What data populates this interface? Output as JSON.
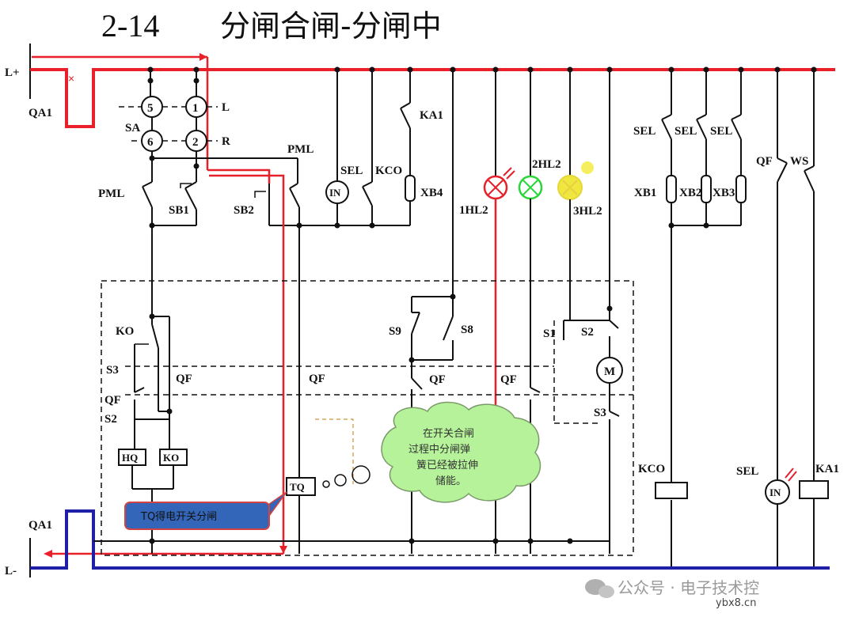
{
  "title": {
    "number": "2-14",
    "text": "分闸合闸-分闸中"
  },
  "rails": {
    "positive": "L+",
    "negative": "L-"
  },
  "labels": {
    "qa1_top": "QA1",
    "qa1_bottom": "QA1",
    "sa": "SA",
    "contact_1": "1",
    "contact_2": "2",
    "contact_5": "5",
    "contact_6": "6",
    "sa_l": "L",
    "sa_r": "R",
    "pml_left": "PML",
    "pml_right": "PML",
    "sb1": "SB1",
    "sb2": "SB2",
    "sel_top": "SEL",
    "kco_top": "KCO",
    "ka1_top": "KA1",
    "xb4": "XB4",
    "in_top": "IN",
    "lamp_1hl2": "1HL2",
    "lamp_2hl2": "2HL2",
    "lamp_3hl2": "3HL2",
    "sel_1": "SEL",
    "sel_2": "SEL",
    "sel_3": "SEL",
    "xb1": "XB1",
    "xb2": "XB2",
    "xb3": "XB3",
    "qf_top": "QF",
    "ws": "WS",
    "ko_top": "KO",
    "s3_left": "S3",
    "qf_left": "QF",
    "s2_left": "S2",
    "qf_mid1": "QF",
    "qf_mid2": "QF",
    "qf_mid3": "QF",
    "qf_mid4": "QF",
    "hq": "HQ",
    "ko_box": "KO",
    "tq": "TQ",
    "s9": "S9",
    "s8": "S8",
    "s1": "S1",
    "s2_right": "S2",
    "s3_right": "S3",
    "motor": "M",
    "kco_bottom": "KCO",
    "sel_bottom": "SEL",
    "in_bottom": "IN",
    "ka1_bottom": "KA1"
  },
  "callout": {
    "text": "TQ得电开关分闸"
  },
  "cloud": {
    "line1": "在开关合闸",
    "line2": "过程中分闸弹",
    "line3": "簧已经被拉伸",
    "line4": "储能。"
  },
  "watermark": {
    "text": "公众号 · 电子技术控",
    "site": "ybx8.cn"
  },
  "colors": {
    "energized_path": "#e8202a",
    "negative_rail": "#1e1ea6",
    "lamp_red": "#e8202a",
    "lamp_green": "#2ad63a",
    "lamp_yellow": "#f0e640",
    "callout_fill": "#3366b8",
    "cloud_fill": "#b6f29a"
  }
}
